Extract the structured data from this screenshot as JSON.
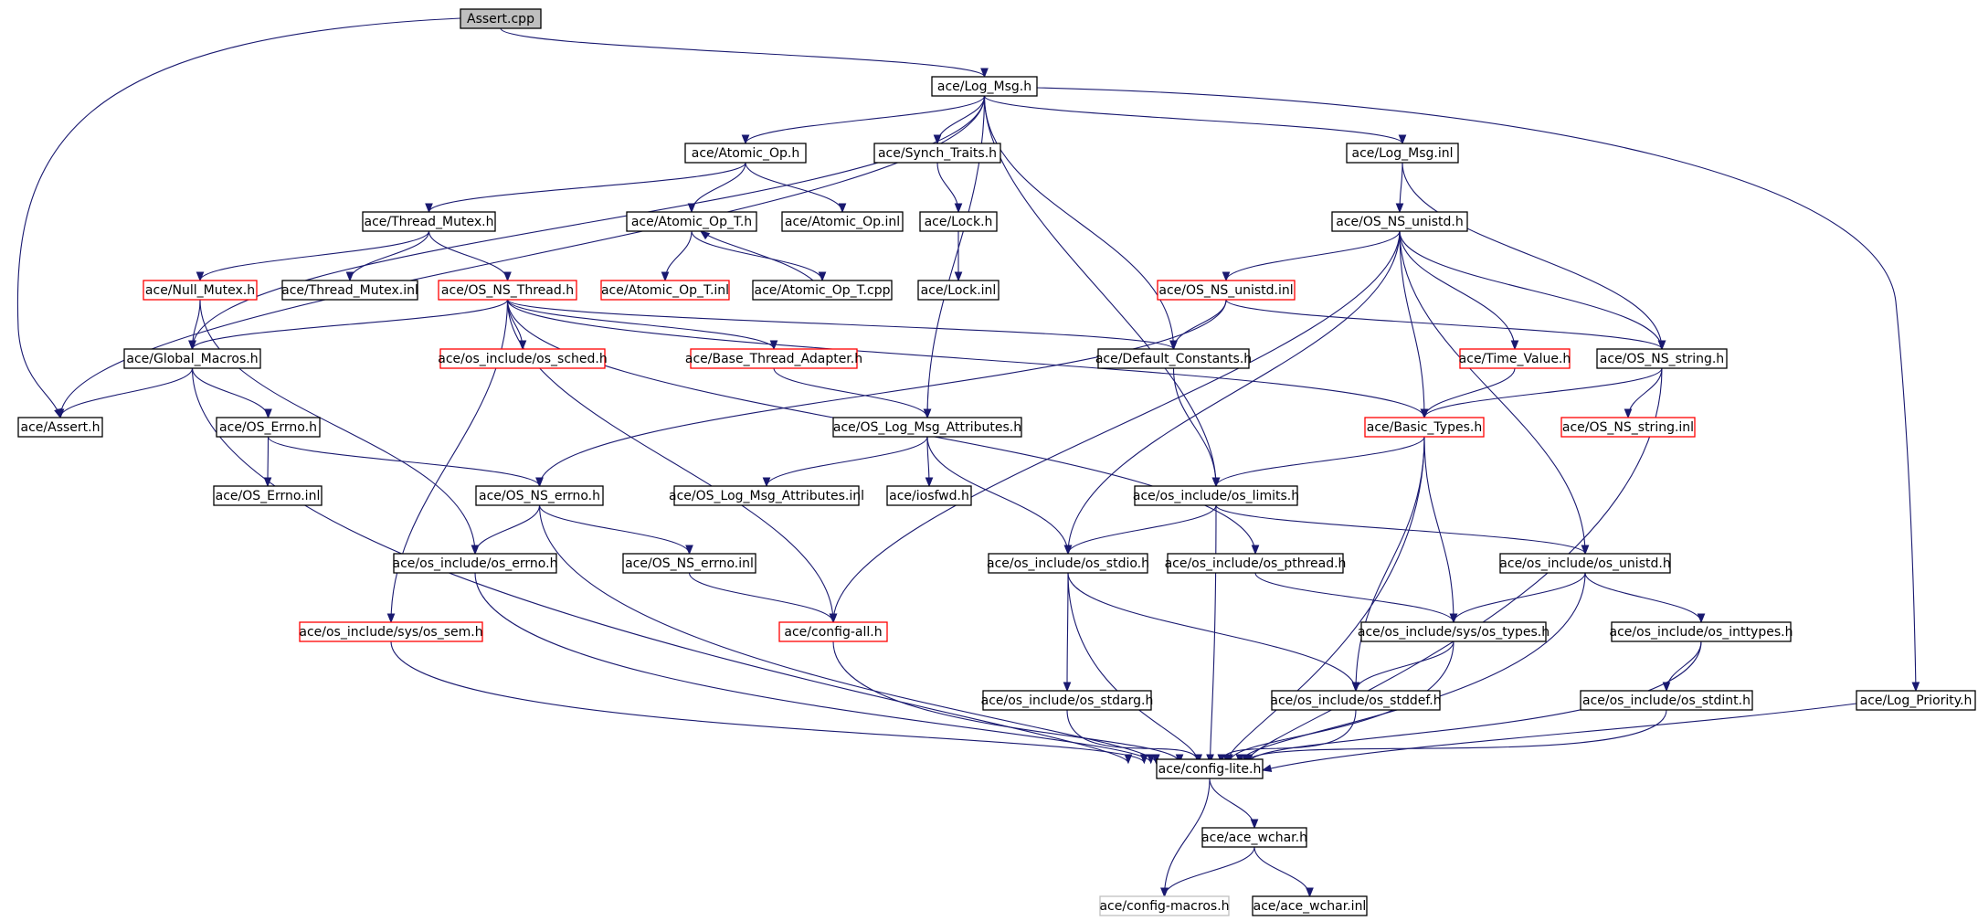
{
  "colors": {
    "edge": "#191970",
    "border_normal": "#000000",
    "border_truncated": "#ff0000",
    "border_undocumented": "#bfbfbf",
    "fill_root": "#bfbfbf",
    "fill_default": "#ffffff"
  },
  "nodes": [
    {
      "id": "assert_cpp",
      "label": "Assert.cpp",
      "style": "root"
    },
    {
      "id": "log_msg_h",
      "label": "ace/Log_Msg.h",
      "style": "normal"
    },
    {
      "id": "atomic_op_h",
      "label": "ace/Atomic_Op.h",
      "style": "normal"
    },
    {
      "id": "synch_traits_h",
      "label": "ace/Synch_Traits.h",
      "style": "normal"
    },
    {
      "id": "log_msg_inl",
      "label": "ace/Log_Msg.inl",
      "style": "normal"
    },
    {
      "id": "thread_mutex_h",
      "label": "ace/Thread_Mutex.h",
      "style": "normal"
    },
    {
      "id": "atomic_op_t_h",
      "label": "ace/Atomic_Op_T.h",
      "style": "normal"
    },
    {
      "id": "atomic_op_inl",
      "label": "ace/Atomic_Op.inl",
      "style": "normal"
    },
    {
      "id": "lock_h",
      "label": "ace/Lock.h",
      "style": "normal"
    },
    {
      "id": "os_ns_unistd_h",
      "label": "ace/OS_NS_unistd.h",
      "style": "normal"
    },
    {
      "id": "null_mutex_h",
      "label": "ace/Null_Mutex.h",
      "style": "truncated"
    },
    {
      "id": "thread_mutex_inl",
      "label": "ace/Thread_Mutex.inl",
      "style": "normal"
    },
    {
      "id": "os_ns_thread_h",
      "label": "ace/OS_NS_Thread.h",
      "style": "truncated"
    },
    {
      "id": "atomic_op_t_inl",
      "label": "ace/Atomic_Op_T.inl",
      "style": "truncated"
    },
    {
      "id": "atomic_op_t_cpp",
      "label": "ace/Atomic_Op_T.cpp",
      "style": "normal"
    },
    {
      "id": "lock_inl",
      "label": "ace/Lock.inl",
      "style": "normal"
    },
    {
      "id": "os_ns_unistd_inl",
      "label": "ace/OS_NS_unistd.inl",
      "style": "truncated"
    },
    {
      "id": "global_macros_h",
      "label": "ace/Global_Macros.h",
      "style": "normal"
    },
    {
      "id": "os_sched_h",
      "label": "ace/os_include/os_sched.h",
      "style": "truncated"
    },
    {
      "id": "base_thread_adapter_h",
      "label": "ace/Base_Thread_Adapter.h",
      "style": "truncated"
    },
    {
      "id": "default_constants_h",
      "label": "ace/Default_Constants.h",
      "style": "normal"
    },
    {
      "id": "time_value_h",
      "label": "ace/Time_Value.h",
      "style": "truncated"
    },
    {
      "id": "os_ns_string_h",
      "label": "ace/OS_NS_string.h",
      "style": "normal"
    },
    {
      "id": "assert_h",
      "label": "ace/Assert.h",
      "style": "normal"
    },
    {
      "id": "os_errno_h",
      "label": "ace/OS_Errno.h",
      "style": "normal"
    },
    {
      "id": "os_log_msg_attributes_h",
      "label": "ace/OS_Log_Msg_Attributes.h",
      "style": "normal"
    },
    {
      "id": "basic_types_h",
      "label": "ace/Basic_Types.h",
      "style": "truncated"
    },
    {
      "id": "os_ns_string_inl",
      "label": "ace/OS_NS_string.inl",
      "style": "truncated"
    },
    {
      "id": "os_errno_inl",
      "label": "ace/OS_Errno.inl",
      "style": "normal"
    },
    {
      "id": "os_ns_errno_h",
      "label": "ace/OS_NS_errno.h",
      "style": "normal"
    },
    {
      "id": "os_log_msg_attributes_inl",
      "label": "ace/OS_Log_Msg_Attributes.inl",
      "style": "normal"
    },
    {
      "id": "iosfwd_h",
      "label": "ace/iosfwd.h",
      "style": "normal"
    },
    {
      "id": "os_limits_h",
      "label": "ace/os_include/os_limits.h",
      "style": "normal"
    },
    {
      "id": "os_errno_inc_h",
      "label": "ace/os_include/os_errno.h",
      "style": "normal"
    },
    {
      "id": "os_ns_errno_inl",
      "label": "ace/OS_NS_errno.inl",
      "style": "normal"
    },
    {
      "id": "os_stdio_h",
      "label": "ace/os_include/os_stdio.h",
      "style": "normal"
    },
    {
      "id": "os_pthread_h",
      "label": "ace/os_include/os_pthread.h",
      "style": "normal"
    },
    {
      "id": "os_unistd_inc_h",
      "label": "ace/os_include/os_unistd.h",
      "style": "normal"
    },
    {
      "id": "os_sem_h",
      "label": "ace/os_include/sys/os_sem.h",
      "style": "truncated"
    },
    {
      "id": "config_all_h",
      "label": "ace/config-all.h",
      "style": "truncated"
    },
    {
      "id": "os_types_h",
      "label": "ace/os_include/sys/os_types.h",
      "style": "normal"
    },
    {
      "id": "os_inttypes_h",
      "label": "ace/os_include/os_inttypes.h",
      "style": "normal"
    },
    {
      "id": "os_stdarg_h",
      "label": "ace/os_include/os_stdarg.h",
      "style": "normal"
    },
    {
      "id": "os_stddef_h",
      "label": "ace/os_include/os_stddef.h",
      "style": "normal"
    },
    {
      "id": "os_stdint_h",
      "label": "ace/os_include/os_stdint.h",
      "style": "normal"
    },
    {
      "id": "log_priority_h",
      "label": "ace/Log_Priority.h",
      "style": "normal"
    },
    {
      "id": "config_lite_h",
      "label": "ace/config-lite.h",
      "style": "normal"
    },
    {
      "id": "ace_wchar_h",
      "label": "ace/ace_wchar.h",
      "style": "normal"
    },
    {
      "id": "config_macros_h",
      "label": "ace/config-macros.h",
      "style": "undocumented"
    },
    {
      "id": "ace_wchar_inl",
      "label": "ace/ace_wchar.inl",
      "style": "normal"
    }
  ],
  "edges": [
    [
      "assert_cpp",
      "log_msg_h"
    ],
    [
      "assert_cpp",
      "assert_h"
    ],
    [
      "log_msg_h",
      "atomic_op_h"
    ],
    [
      "log_msg_h",
      "synch_traits_h"
    ],
    [
      "log_msg_h",
      "log_msg_inl"
    ],
    [
      "log_msg_h",
      "global_macros_h"
    ],
    [
      "log_msg_h",
      "assert_h"
    ],
    [
      "log_msg_h",
      "default_constants_h"
    ],
    [
      "log_msg_h",
      "os_log_msg_attributes_h"
    ],
    [
      "log_msg_h",
      "os_limits_h"
    ],
    [
      "log_msg_h",
      "log_priority_h"
    ],
    [
      "atomic_op_h",
      "thread_mutex_h"
    ],
    [
      "atomic_op_h",
      "atomic_op_t_h"
    ],
    [
      "atomic_op_h",
      "atomic_op_inl"
    ],
    [
      "synch_traits_h",
      "lock_h"
    ],
    [
      "lock_h",
      "lock_inl"
    ],
    [
      "log_msg_inl",
      "os_ns_unistd_h"
    ],
    [
      "log_msg_inl",
      "os_ns_string_h"
    ],
    [
      "thread_mutex_h",
      "null_mutex_h"
    ],
    [
      "thread_mutex_h",
      "thread_mutex_inl"
    ],
    [
      "thread_mutex_h",
      "os_ns_thread_h"
    ],
    [
      "atomic_op_t_h",
      "atomic_op_t_inl"
    ],
    [
      "atomic_op_t_h",
      "atomic_op_t_cpp"
    ],
    [
      "atomic_op_t_cpp",
      "atomic_op_t_h"
    ],
    [
      "null_mutex_h",
      "global_macros_h"
    ],
    [
      "null_mutex_h",
      "os_errno_inc_h"
    ],
    [
      "os_ns_thread_h",
      "global_macros_h"
    ],
    [
      "os_ns_thread_h",
      "os_sched_h"
    ],
    [
      "os_ns_thread_h",
      "base_thread_adapter_h"
    ],
    [
      "os_ns_thread_h",
      "default_constants_h"
    ],
    [
      "os_ns_thread_h",
      "basic_types_h"
    ],
    [
      "os_ns_thread_h",
      "os_sem_h"
    ],
    [
      "os_ns_thread_h",
      "config_all_h"
    ],
    [
      "os_ns_thread_h",
      "os_pthread_h"
    ],
    [
      "os_ns_unistd_h",
      "os_ns_unistd_inl"
    ],
    [
      "os_ns_unistd_h",
      "time_value_h"
    ],
    [
      "os_ns_unistd_h",
      "basic_types_h"
    ],
    [
      "os_ns_unistd_h",
      "os_ns_string_h"
    ],
    [
      "os_ns_unistd_h",
      "config_all_h"
    ],
    [
      "os_ns_unistd_h",
      "os_stdio_h"
    ],
    [
      "os_ns_unistd_h",
      "os_unistd_inc_h"
    ],
    [
      "os_ns_unistd_inl",
      "default_constants_h"
    ],
    [
      "os_ns_unistd_inl",
      "os_ns_string_h"
    ],
    [
      "os_ns_unistd_inl",
      "os_ns_errno_h"
    ],
    [
      "global_macros_h",
      "assert_h"
    ],
    [
      "global_macros_h",
      "os_errno_h"
    ],
    [
      "global_macros_h",
      "config_lite_h"
    ],
    [
      "base_thread_adapter_h",
      "os_log_msg_attributes_h"
    ],
    [
      "default_constants_h",
      "os_limits_h"
    ],
    [
      "time_value_h",
      "basic_types_h"
    ],
    [
      "os_ns_string_h",
      "basic_types_h"
    ],
    [
      "os_ns_string_h",
      "os_ns_string_inl"
    ],
    [
      "os_ns_string_h",
      "config_lite_h"
    ],
    [
      "os_errno_h",
      "os_errno_inl"
    ],
    [
      "os_errno_h",
      "os_ns_errno_h"
    ],
    [
      "os_log_msg_attributes_h",
      "os_log_msg_attributes_inl"
    ],
    [
      "os_log_msg_attributes_h",
      "iosfwd_h"
    ],
    [
      "os_log_msg_attributes_h",
      "os_stdio_h"
    ],
    [
      "basic_types_h",
      "os_limits_h"
    ],
    [
      "basic_types_h",
      "os_types_h"
    ],
    [
      "basic_types_h",
      "os_stddef_h"
    ],
    [
      "basic_types_h",
      "config_lite_h"
    ],
    [
      "os_ns_errno_h",
      "os_errno_inc_h"
    ],
    [
      "os_ns_errno_h",
      "os_ns_errno_inl"
    ],
    [
      "os_ns_errno_h",
      "config_lite_h"
    ],
    [
      "os_ns_errno_inl",
      "config_all_h"
    ],
    [
      "os_limits_h",
      "os_stdio_h"
    ],
    [
      "os_limits_h",
      "os_unistd_inc_h"
    ],
    [
      "os_limits_h",
      "config_lite_h"
    ],
    [
      "os_errno_inc_h",
      "config_lite_h"
    ],
    [
      "os_stdio_h",
      "os_stdarg_h"
    ],
    [
      "os_stdio_h",
      "os_stddef_h"
    ],
    [
      "os_stdio_h",
      "config_lite_h"
    ],
    [
      "os_pthread_h",
      "os_types_h"
    ],
    [
      "os_unistd_inc_h",
      "os_types_h"
    ],
    [
      "os_unistd_inc_h",
      "os_inttypes_h"
    ],
    [
      "os_unistd_inc_h",
      "config_lite_h"
    ],
    [
      "os_sem_h",
      "config_lite_h"
    ],
    [
      "config_all_h",
      "config_lite_h"
    ],
    [
      "os_types_h",
      "os_stddef_h"
    ],
    [
      "os_types_h",
      "config_lite_h"
    ],
    [
      "os_inttypes_h",
      "os_stdint_h"
    ],
    [
      "os_inttypes_h",
      "config_lite_h"
    ],
    [
      "os_stdarg_h",
      "config_lite_h"
    ],
    [
      "os_stddef_h",
      "config_lite_h"
    ],
    [
      "os_stdint_h",
      "config_lite_h"
    ],
    [
      "log_priority_h",
      "config_lite_h"
    ],
    [
      "config_lite_h",
      "ace_wchar_h"
    ],
    [
      "config_lite_h",
      "config_macros_h"
    ],
    [
      "ace_wchar_h",
      "config_macros_h"
    ],
    [
      "ace_wchar_h",
      "ace_wchar_inl"
    ]
  ]
}
